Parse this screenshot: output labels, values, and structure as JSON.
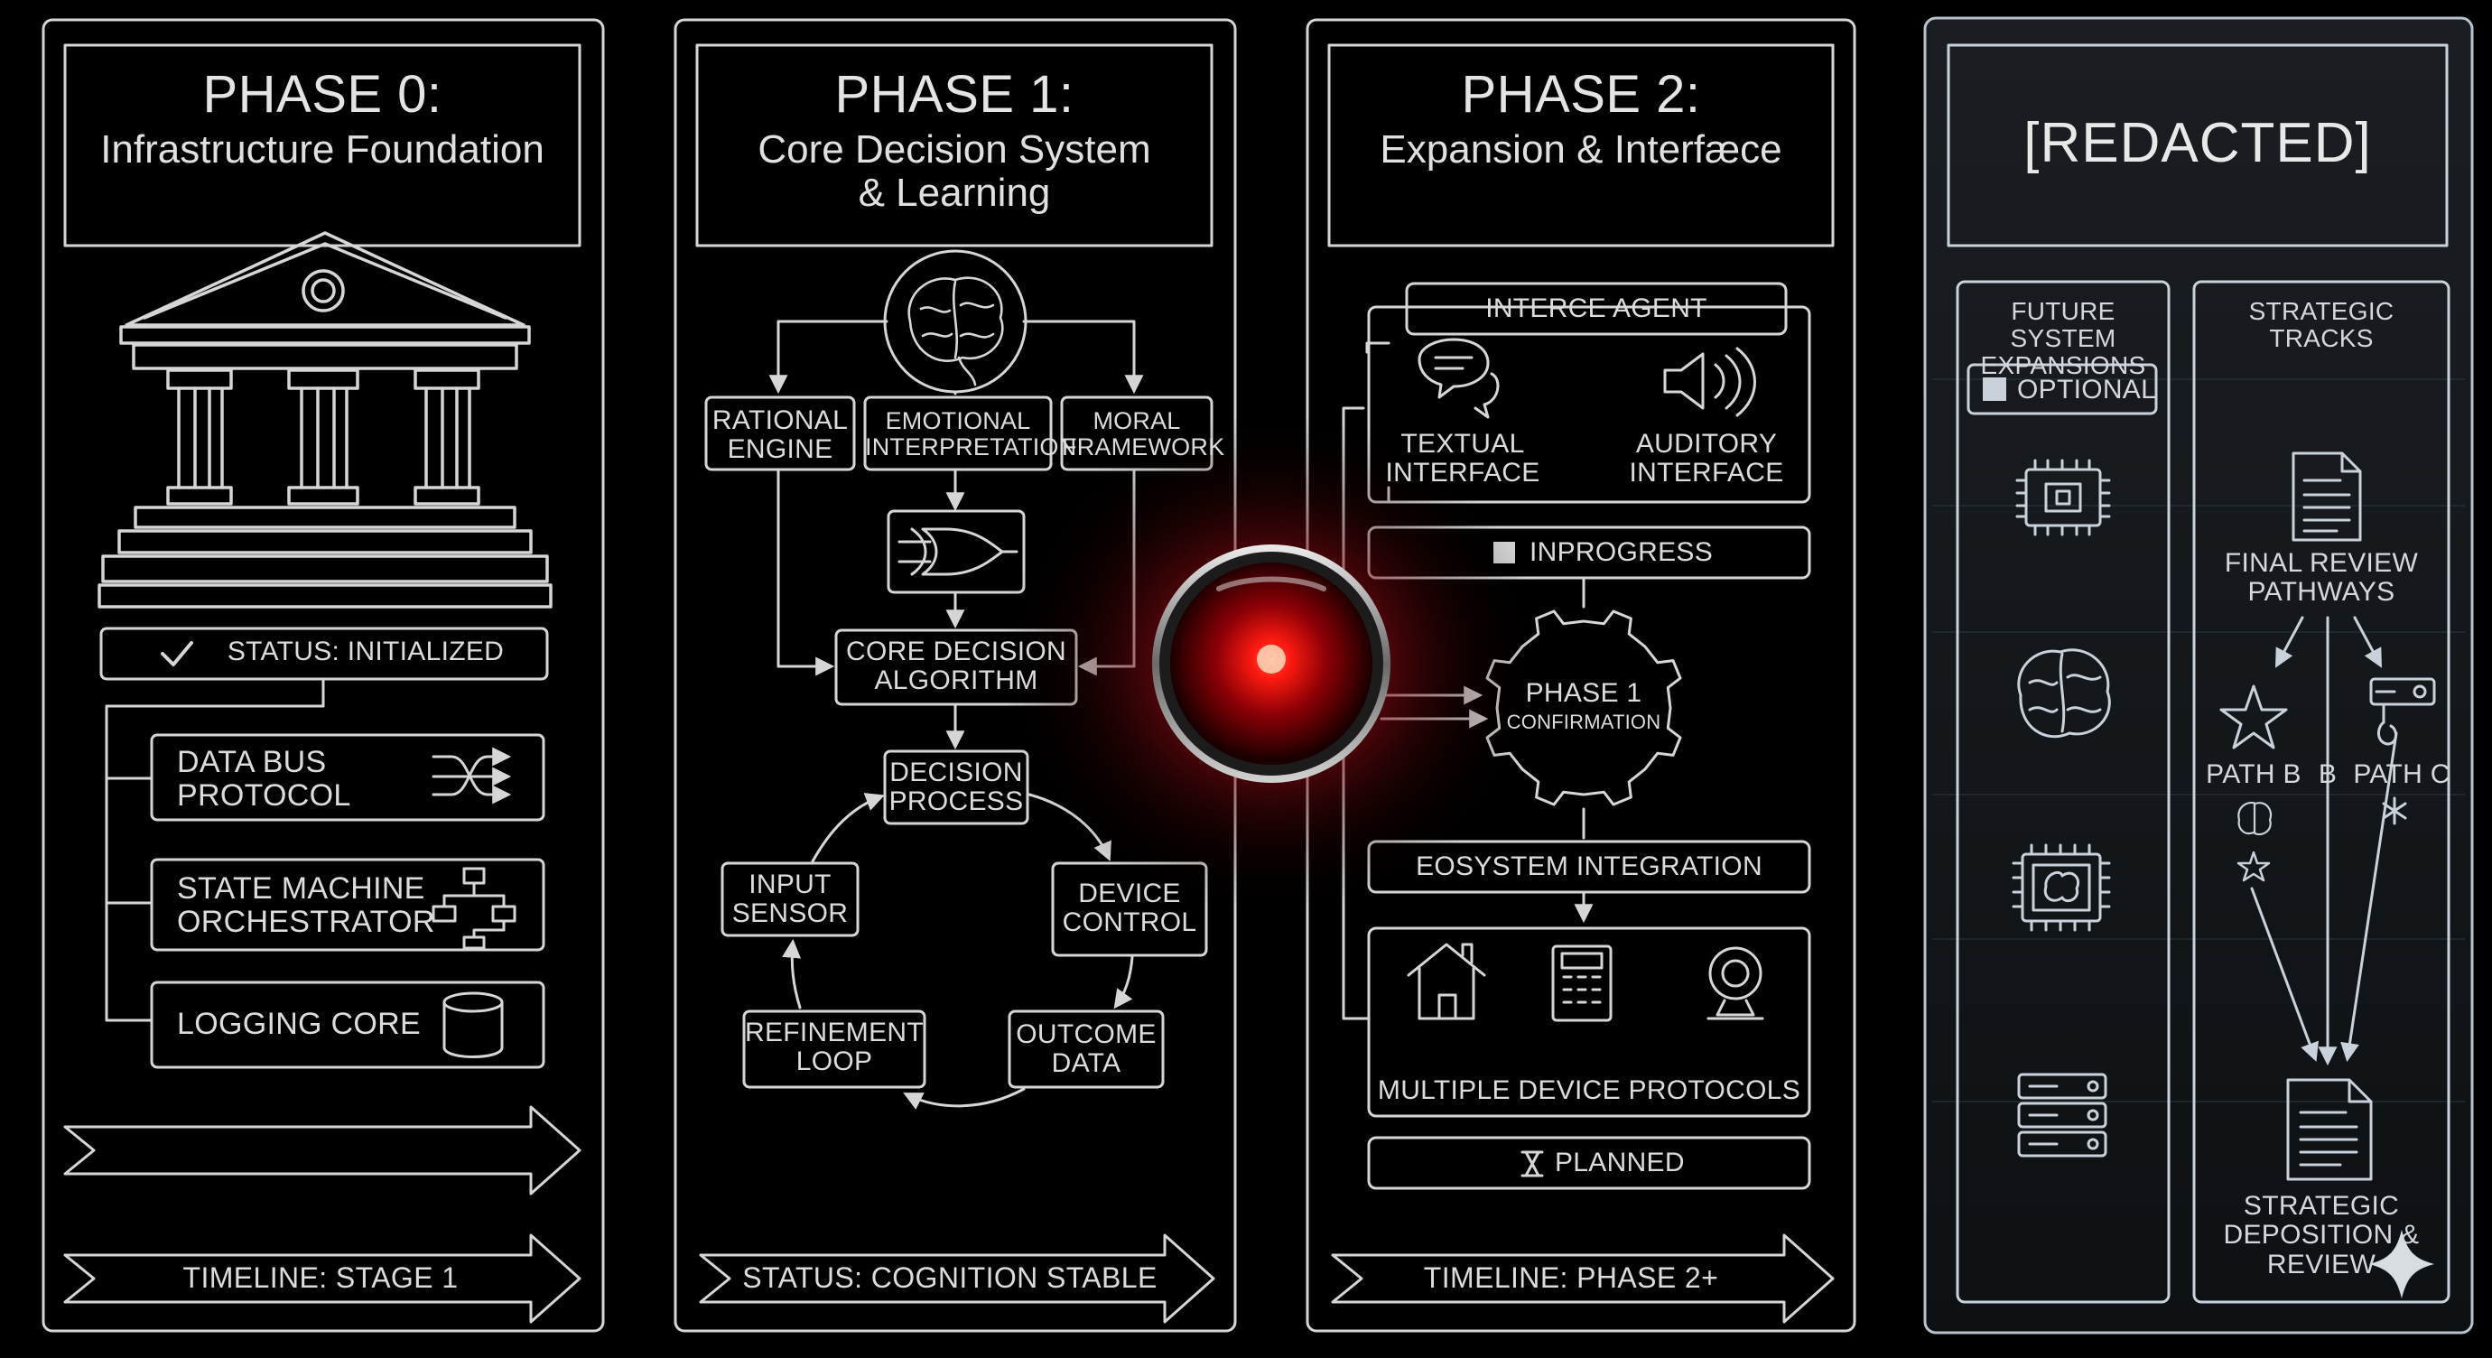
{
  "phase0": {
    "title": "PHASE 0:",
    "subtitle": "Infrastructure Foundation",
    "status": "STATUS: INITIALIZED",
    "modules": [
      "DATA BUS\nPROTOCOL",
      "STATE MACHINE\nORCHESTRATOR",
      "LOGGING CORE"
    ],
    "timeline": "TIMELINE: STAGE 1",
    "icons": [
      "pillared-building-icon",
      "data-flow-arrows-icon",
      "flowchart-icon",
      "database-cylinder-icon",
      "check-icon"
    ]
  },
  "phase1": {
    "title": "PHASE 1:",
    "subtitle": "Core Decision System\n& Learning",
    "branches": [
      "RATIONAL\nENGINE",
      "EMOTIONAL\nINTERPRETATION",
      "MORAL\nFRAMEWORK"
    ],
    "core": "CORE DECISION\nALGORITHM",
    "cycle": [
      "DECISION\nPROCESS",
      "DEVICE\nCONTROL",
      "OUTCOME\nDATA",
      "REFINEMENT\nLOOP",
      "INPUT\nSENSOR"
    ],
    "status": "STATUS: COGNITION STABLE",
    "icons": [
      "brain-icon",
      "logic-gate-icon"
    ]
  },
  "phase2": {
    "title": "PHASE 2:",
    "subtitle": "Expansion & Interfæce",
    "agent": "INTERCE AGENT",
    "interfaces": [
      "TEXTUAL\nINTERFACE",
      "AUDITORY\nINTERFACE"
    ],
    "progress": "INPROGRESS",
    "gear": "PHASE 1",
    "gear_sub": "CONFIRMATION",
    "integration": "EOSYSTEM INTEGRATION",
    "devices": "MULTIPLE DEVICE PROTOCOLS",
    "planned": "PLANNED",
    "timeline": "TIMELINE: PHASE 2+",
    "icons": [
      "chat-bubbles-icon",
      "speaker-icon",
      "gear-icon",
      "house-icon",
      "calculator-icon",
      "webcam-icon",
      "hourglass-icon"
    ]
  },
  "redacted": {
    "title": "[REDACTED]",
    "future": "FUTURE SYSTEM\nEXPANSIONS",
    "optional": "OPTIONAL",
    "tracks": "STRATEGIC\nTRACKS",
    "final_review": "FINAL REVIEW\nPATHWAYS",
    "path_b": "PATH B",
    "b": "B",
    "path_c": "PATH C",
    "deposition": "STRATEGIC\nDEPOSITION &\nREVIEW",
    "icons": [
      "microchip-icon",
      "brain-icon",
      "ai-chip-icon",
      "server-rack-icon",
      "document-icon",
      "star-icon",
      "projector-icon",
      "sparkle-icon"
    ]
  },
  "colors": {
    "line": "#d6d6d6",
    "glow": "#c8101a",
    "redacted_line": "#c9d2da",
    "background": "#000000"
  }
}
